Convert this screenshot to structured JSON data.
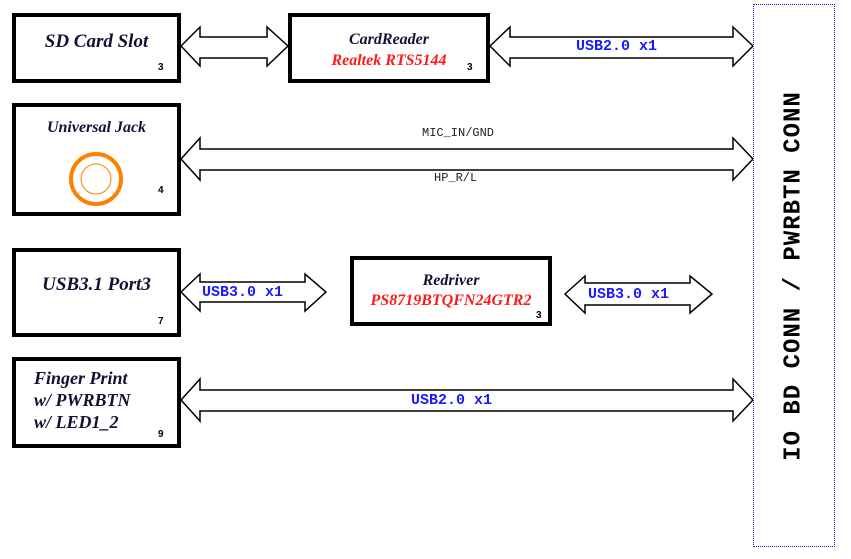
{
  "diagram": {
    "blocks": {
      "sd_card": {
        "title": "SD Card Slot",
        "page": "3"
      },
      "card_reader": {
        "title": "CardReader",
        "part": "Realtek RTS5144",
        "page": "3"
      },
      "universal_jack": {
        "title": "Universal Jack",
        "page": "4"
      },
      "usb_port": {
        "title": "USB3.1 Port3",
        "page": "7"
      },
      "redriver": {
        "title": "Redriver",
        "part": "PS8719BTQFN24GTR2",
        "page": "3"
      },
      "finger_print": {
        "lines": [
          "Finger Print",
          "w/ PWRBTN",
          "w/ LED1_2"
        ],
        "page": "9"
      }
    },
    "connections": {
      "sd_to_reader": {
        "label": ""
      },
      "reader_to_conn": {
        "label": "USB2.0 x1"
      },
      "jack_to_conn": {
        "label_top": "MIC_IN/GND",
        "label_bottom": "HP_R/L"
      },
      "usb_to_redriver": {
        "label": "USB3.0 x1"
      },
      "redriver_to_conn": {
        "label": "USB3.0 x1"
      },
      "fp_to_conn": {
        "label": "USB2.0 x1"
      }
    },
    "connector": {
      "label": "IO BD CONN / PWRBTN CONN"
    },
    "colors": {
      "signal": "#1a1aff",
      "part_number": "#ff1a1a",
      "jack_ring": "#ff8000",
      "connector_border": "#1a1acc"
    }
  }
}
